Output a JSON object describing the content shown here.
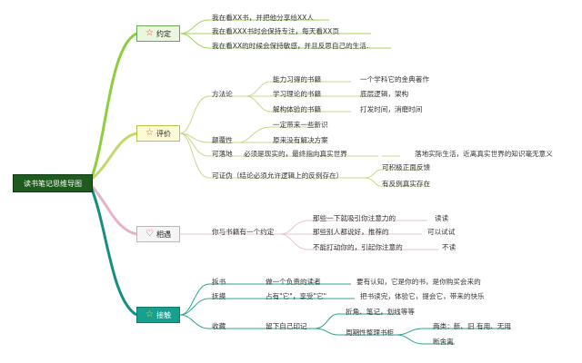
{
  "root": {
    "label": "读书笔记思维导图"
  },
  "colors": {
    "green": "#8ccf3c",
    "yellow": "#c9d66a",
    "pink": "#e7b1c6",
    "teal": "#138f80"
  },
  "topics": {
    "yueding": {
      "label": "约定",
      "icon": "star-icon"
    },
    "pingjia": {
      "label": "评价",
      "icon": "star-icon"
    },
    "xiangyu": {
      "label": "相遇",
      "icon": "heart-icon"
    },
    "jiechu": {
      "label": "接触",
      "icon": "star-icon"
    }
  },
  "yueding": {
    "items": [
      "我在看XX书，并把他分享给XX人",
      "我在看XXX书时会保持专注，每天看XX页",
      "我在看XX的时候会保持敏感，并且反思自己的生活."
    ]
  },
  "pingjia": {
    "fangfalun": {
      "label": "方法论",
      "children": [
        {
          "label": "能力习得的书籍",
          "detail": "一个学科它的金典著作"
        },
        {
          "label": "学习理论的书籍",
          "detail": "底层逻辑，架构"
        },
        {
          "label": "解构体验的书籍",
          "detail": "打发时间，消磨时间"
        }
      ]
    },
    "dianfuxing": {
      "label": "颠覆性",
      "children": [
        "一定带来一些新识",
        "原来没有解决方案"
      ]
    },
    "keluodi": {
      "label": "可落地",
      "child": "必须是现实的，最终指向真实世界",
      "detail": "落地实际生活，近离真实世界的知识毫无意义"
    },
    "kezhengwei": {
      "label": "可证伪（结论必须允许逻辑上的反例存在）",
      "children": [
        "可积极正面反馈",
        "有反例真实存在"
      ]
    }
  },
  "xiangyu": {
    "main": "你与书籍有一个约定",
    "children": [
      {
        "label": "那些一下就吸引你注意力的",
        "detail": "读读"
      },
      {
        "label": "那些别人都说好，推荐的",
        "detail": "可以试试"
      },
      {
        "label": "不能打动你的，引起你注意的",
        "detail": "不读"
      }
    ]
  },
  "jiechu": {
    "chaishu": {
      "label": "拆书",
      "child": "做一个负责的读者",
      "detail": "要有认知，它是你的书，是你购买会来的"
    },
    "fumo": {
      "label": "抚摸",
      "child": "占有\"它\"，享受\"它\"",
      "detail": "把书读完，体验它，提会它，带来的快乐"
    },
    "shoucang": {
      "label": "收藏",
      "child": "留下自己印记",
      "children": [
        {
          "label": "折角、笔记，划线等等"
        },
        {
          "label": "周期性整理书柜",
          "children": [
            "两类：新、旧 有用、无用",
            "断舍离"
          ]
        }
      ]
    }
  }
}
